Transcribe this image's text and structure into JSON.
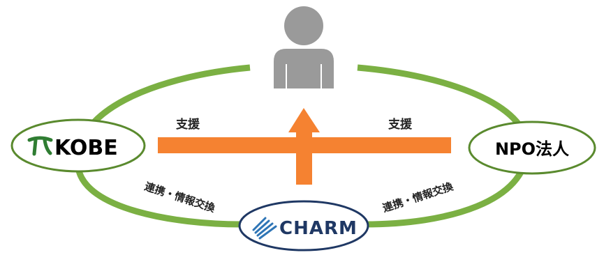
{
  "nodes": {
    "top": {
      "icon": "person-icon"
    },
    "kobe": {
      "logo_text": "KOBE",
      "icon": "kobe-city-mark-icon"
    },
    "npo": {
      "label": "NPO法人"
    },
    "charm": {
      "logo_text": "CHARM",
      "icon": "charm-stripes-icon"
    }
  },
  "edges": {
    "support_left": "支援",
    "support_right": "支援",
    "link_left": "連携・情報交換",
    "link_right": "連携・情報交換"
  },
  "colors": {
    "ring": "#7bb043",
    "arrow": "#f58231",
    "person": "#9a9a9a",
    "kobe_green": "#2f7d32",
    "charm_navy": "#1f3864",
    "text": "#222222"
  }
}
